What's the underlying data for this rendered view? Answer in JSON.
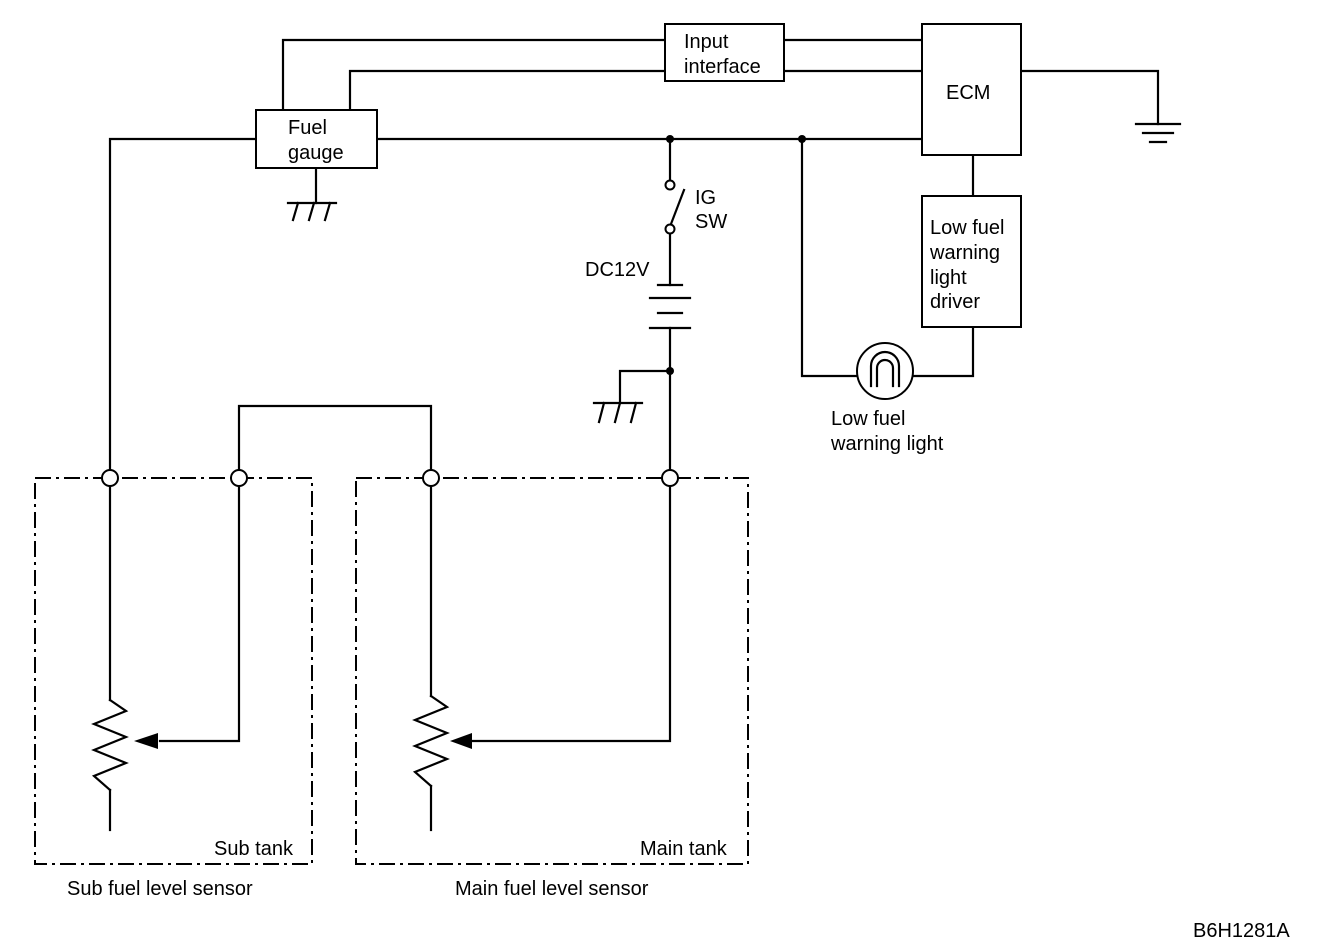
{
  "components": {
    "input_interface": [
      "Input",
      "interface"
    ],
    "ecm": "ECM",
    "fuel_gauge": [
      "Fuel",
      "gauge"
    ],
    "ig_switch": [
      "IG",
      "SW"
    ],
    "battery": "DC12V",
    "low_fuel_driver": [
      "Low fuel",
      "warning",
      "light",
      "driver"
    ],
    "low_fuel_light": [
      "Low fuel",
      "warning light"
    ],
    "sub_tank": "Sub tank",
    "main_tank": "Main tank"
  },
  "captions": {
    "sub_sensor": "Sub fuel level sensor",
    "main_sensor": "Main fuel level sensor",
    "figure_id": "B6H1281A"
  }
}
